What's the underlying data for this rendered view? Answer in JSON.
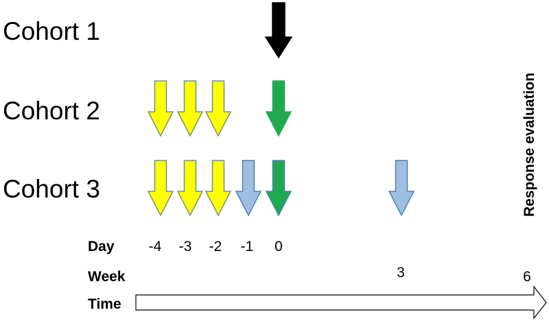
{
  "cohorts": [
    "Cohort 1",
    "Cohort 2",
    "Cohort 3"
  ],
  "rows": {
    "day_label": "Day",
    "week_label": "Week",
    "time_label": "Time"
  },
  "day_ticks": [
    "-4",
    "-3",
    "-2",
    "-1",
    "0"
  ],
  "week_ticks": [
    "3",
    "6"
  ],
  "response_label": "Response evaluation",
  "colors": {
    "black_arrow": "#000000",
    "yellow_arrow": "#ffff00",
    "yellow_outline": "#6f8f8f",
    "green_arrow": "#1faa4f",
    "blue_arrow": "#9fbfe0",
    "blue_outline": "#4f7fb0",
    "time_arrow_outline": "#000000"
  },
  "arrows": [
    {
      "cohort": "Cohort 1",
      "day": "0",
      "color": "black"
    },
    {
      "cohort": "Cohort 2",
      "day": "-4",
      "color": "yellow"
    },
    {
      "cohort": "Cohort 2",
      "day": "-3",
      "color": "yellow"
    },
    {
      "cohort": "Cohort 2",
      "day": "-2",
      "color": "yellow"
    },
    {
      "cohort": "Cohort 2",
      "day": "0",
      "color": "green"
    },
    {
      "cohort": "Cohort 3",
      "day": "-4",
      "color": "yellow"
    },
    {
      "cohort": "Cohort 3",
      "day": "-3",
      "color": "yellow"
    },
    {
      "cohort": "Cohort 3",
      "day": "-2",
      "color": "yellow"
    },
    {
      "cohort": "Cohort 3",
      "day": "-1",
      "color": "blue"
    },
    {
      "cohort": "Cohort 3",
      "day": "0",
      "color": "green-blue"
    },
    {
      "cohort": "Cohort 3",
      "week": "3",
      "color": "blue"
    }
  ]
}
